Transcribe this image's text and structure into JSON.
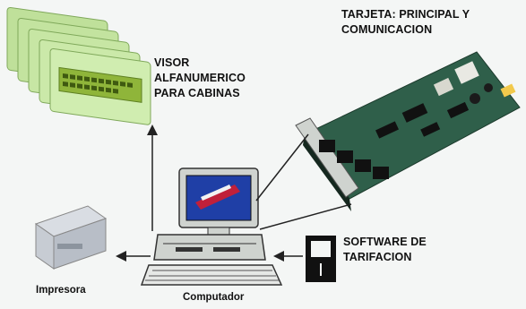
{
  "labels": {
    "visor": [
      "VISOR",
      "ALFANUMERICO",
      "PARA CABINAS"
    ],
    "tarjeta": [
      "TARJETA: PRINCIPAL Y",
      "COMUNICACION"
    ],
    "software": [
      "SOFTWARE DE",
      "TARIFACION"
    ],
    "impresora": "Impresora",
    "computador": "Computador"
  },
  "icons": {
    "visor": "lcd-display-panels",
    "tarjeta": "circuit-board-card",
    "computador": "desktop-computer",
    "impresora": "printer",
    "software": "floppy-disk"
  },
  "colors": {
    "lcd_frame": "#c9e6a8",
    "lcd_screen": "#8fb53a",
    "pcb": "#2f5f4a",
    "monitor": "#cfd3cf",
    "screen": "#1f3fa6",
    "disk": "#111111"
  }
}
